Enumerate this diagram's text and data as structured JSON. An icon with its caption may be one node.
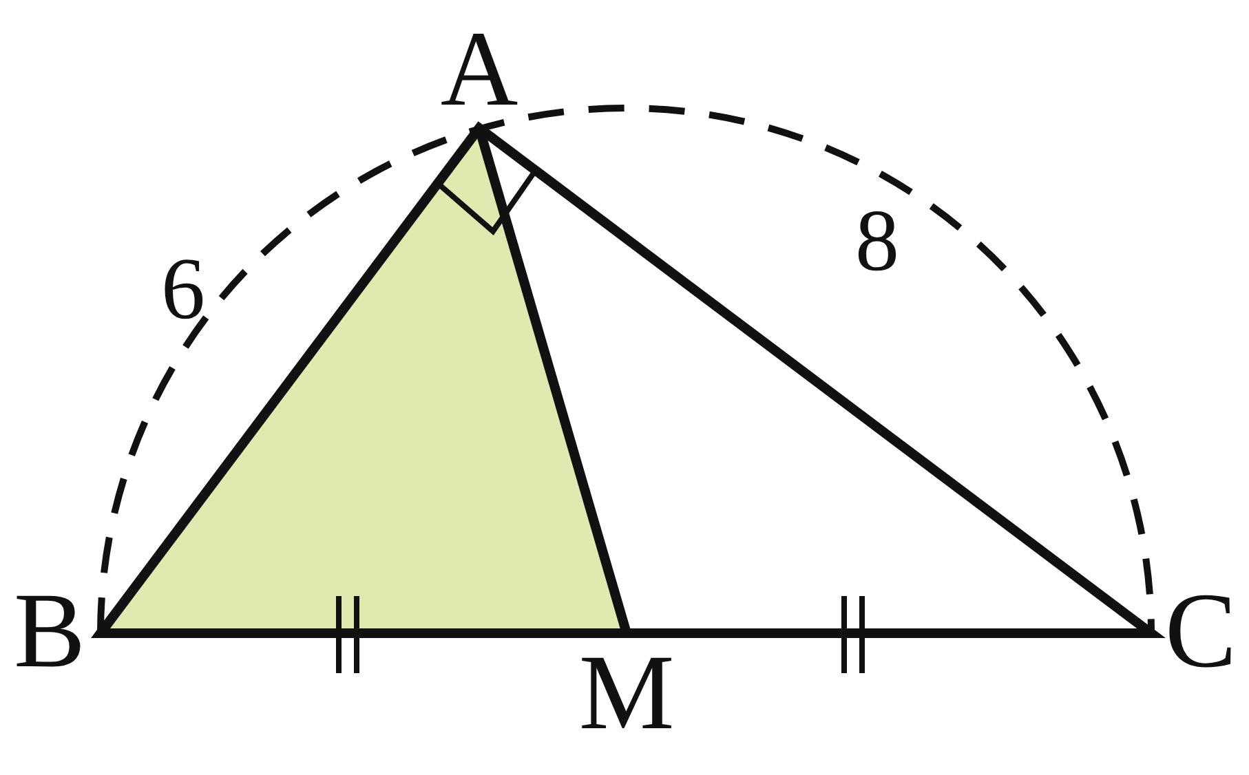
{
  "diagram": {
    "labels": [
      "A",
      "6",
      "8",
      "B",
      "M",
      "C"
    ]
  }
}
